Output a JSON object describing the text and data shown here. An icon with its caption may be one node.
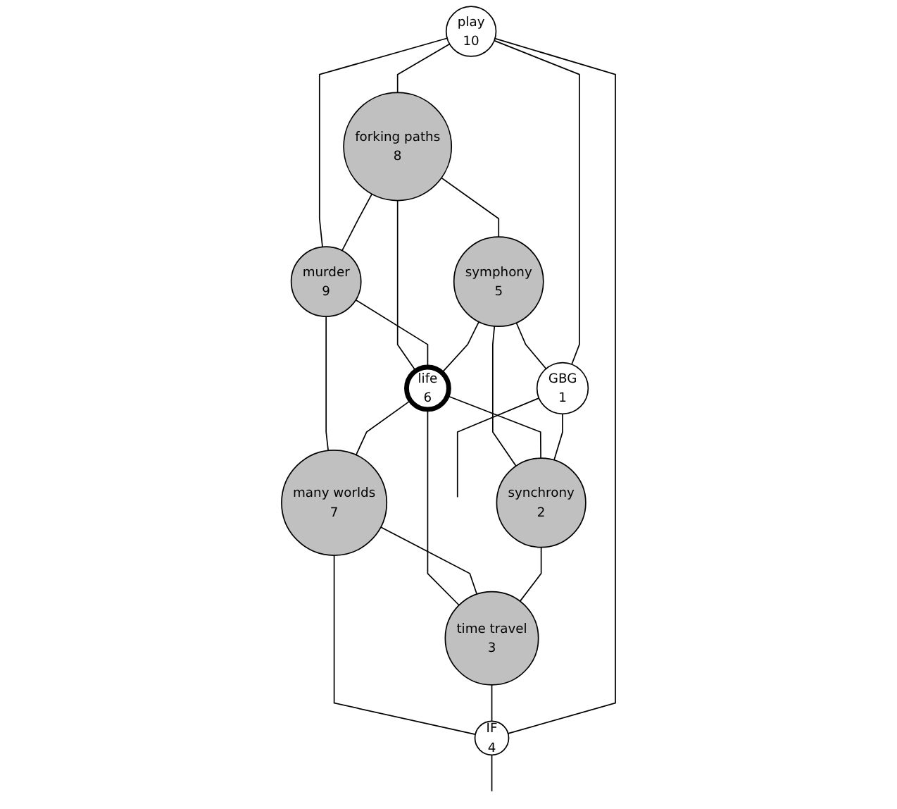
{
  "diagram": {
    "nodes": [
      {
        "text": [
          "play",
          "10"
        ]
      },
      {
        "text": [
          "forking paths",
          "8"
        ]
      },
      {
        "text": [
          "murder",
          "9"
        ]
      },
      {
        "text": [
          "symphony",
          "5"
        ]
      },
      {
        "text": [
          "life",
          "6"
        ]
      },
      {
        "text": [
          "many worlds",
          "7"
        ]
      },
      {
        "text": [
          "GBG",
          "1"
        ]
      },
      {
        "text": [
          "synchrony",
          "2"
        ]
      },
      {
        "text": [
          "time travel",
          "3"
        ]
      },
      {
        "text": [
          "IF",
          "4"
        ]
      }
    ],
    "edges": [
      {
        "from": 0,
        "to": 1,
        "arrow": "none"
      },
      {
        "from": 0,
        "to": 2,
        "arrow": "none"
      },
      {
        "from": 1,
        "to": 2,
        "arrow": "none"
      },
      {
        "from": 1,
        "to": 3,
        "arrow": "none"
      },
      {
        "from": 1,
        "to": 4,
        "arrow": "none"
      },
      {
        "from": 2,
        "to": 4,
        "arrow": "none"
      },
      {
        "from": 2,
        "to": 5,
        "arrow": "none"
      },
      {
        "from": 3,
        "to": 4,
        "arrow": "none"
      },
      {
        "from": 4,
        "to": 5,
        "arrow": "none"
      },
      {
        "from": 3,
        "to": 6,
        "arrow": "none"
      },
      {
        "from": 3,
        "to": 7,
        "arrow": "none"
      },
      {
        "from": 4,
        "to": 7,
        "arrow": "none"
      },
      {
        "from": 4,
        "to": 8,
        "arrow": "none"
      },
      {
        "from": 5,
        "to": 8,
        "arrow": "none"
      },
      {
        "from": 5,
        "to": 9,
        "arrow": "none"
      },
      {
        "from": 6,
        "to": 7,
        "arrow": "none"
      },
      {
        "from": 7,
        "to": 8,
        "arrow": "none"
      },
      {
        "from": 8,
        "to": 9,
        "arrow": "none"
      },
      {
        "from": 0,
        "to": 6,
        "arrow": "none"
      },
      {
        "from": 0,
        "to": 9,
        "arrow": "none"
      },
      {
        "from": 6,
        "to": null,
        "arrow": "none"
      },
      {
        "from": 9,
        "to": null,
        "arrow": "none"
      }
    ]
  }
}
